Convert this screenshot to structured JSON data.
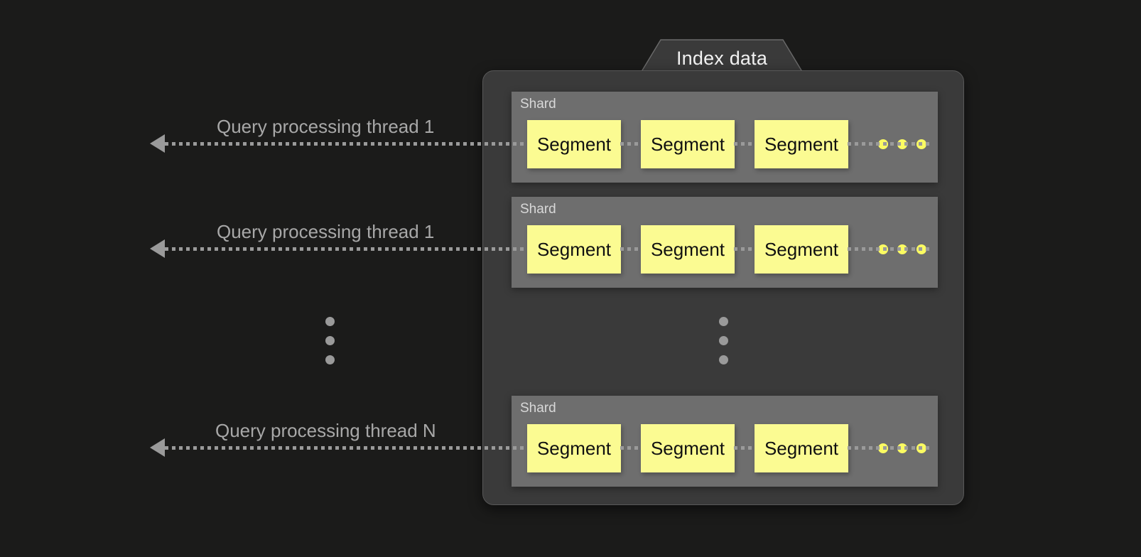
{
  "diagram": {
    "title": "Index data",
    "background_color": "#1b1b1a",
    "panel_color": "#3a3a3a",
    "shard_color": "#6e6e6e",
    "segment_color": "#fbfb92",
    "line_color": "#9a9a9a",
    "label_color": "#a8a8a8"
  },
  "threads": [
    {
      "label": "Query processing thread 1"
    },
    {
      "label": "Query processing thread 1"
    },
    {
      "label": "Query processing thread N"
    }
  ],
  "shards": [
    {
      "label": "Shard",
      "segments": [
        {
          "label": "Segment"
        },
        {
          "label": "Segment"
        },
        {
          "label": "Segment"
        }
      ],
      "more_segments_indicator": "…"
    },
    {
      "label": "Shard",
      "segments": [
        {
          "label": "Segment"
        },
        {
          "label": "Segment"
        },
        {
          "label": "Segment"
        }
      ],
      "more_segments_indicator": "…"
    },
    {
      "label": "Shard",
      "segments": [
        {
          "label": "Segment"
        },
        {
          "label": "Segment"
        },
        {
          "label": "Segment"
        }
      ],
      "more_segments_indicator": "…"
    }
  ],
  "ellipsis": {
    "left_label": "…",
    "inner_label": "…"
  }
}
